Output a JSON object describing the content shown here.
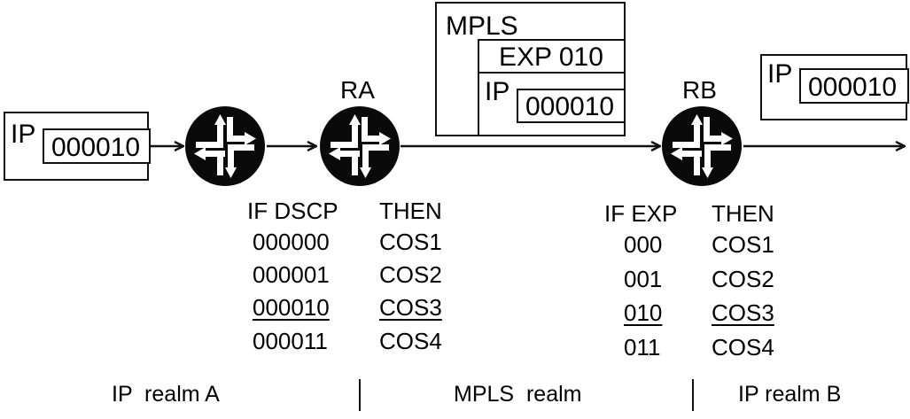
{
  "packets": {
    "ingress": {
      "header": "IP",
      "dscp": "000010"
    },
    "mpls": {
      "header": "MPLS",
      "exp": "EXP 010",
      "inner_header": "IP",
      "inner_dscp": "000010"
    },
    "egress": {
      "header": "IP",
      "dscp": "000010"
    }
  },
  "routers": {
    "ra": {
      "label": "RA"
    },
    "rb": {
      "label": "RB"
    }
  },
  "ra_table": {
    "headers": [
      "IF DSCP",
      "THEN"
    ],
    "rows": [
      {
        "match": "000000",
        "action": "COS1",
        "highlighted": false
      },
      {
        "match": "000001",
        "action": "COS2",
        "highlighted": false
      },
      {
        "match": "000010",
        "action": "COS3",
        "highlighted": true
      },
      {
        "match": "000011",
        "action": "COS4",
        "highlighted": false
      }
    ]
  },
  "rb_table": {
    "headers": [
      "IF EXP",
      "THEN"
    ],
    "rows": [
      {
        "match": "000",
        "action": "COS1",
        "highlighted": false
      },
      {
        "match": "001",
        "action": "COS2",
        "highlighted": false
      },
      {
        "match": "010",
        "action": "COS3",
        "highlighted": true
      },
      {
        "match": "011",
        "action": "COS4",
        "highlighted": false
      }
    ]
  },
  "realms": [
    "IP  realm A",
    "MPLS  realm",
    "IP realm B"
  ],
  "icons": {
    "router": "router-arrows-icon"
  },
  "colors": {
    "stroke": "#111111",
    "router_fill": "#0a0a0a",
    "background": "#ffffff"
  }
}
